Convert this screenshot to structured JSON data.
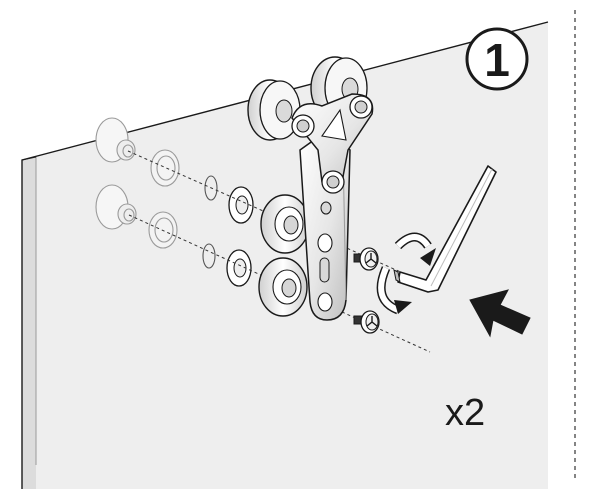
{
  "step": {
    "number": "1"
  },
  "quantity": {
    "label": "x2"
  },
  "colors": {
    "panel": "#eeeeee",
    "panel_edge": "#d9d9d9",
    "line": "#1a1a1a",
    "faded": "#9a9a9a",
    "metal": "#f4f4f4",
    "metal_shade": "#c8c8c8",
    "background": "#ffffff"
  },
  "icons": [
    "step-number-badge",
    "hex-key-icon",
    "rotation-arrow-icon",
    "push-arrow-icon",
    "screw-icon",
    "roller-wheel-icon"
  ]
}
